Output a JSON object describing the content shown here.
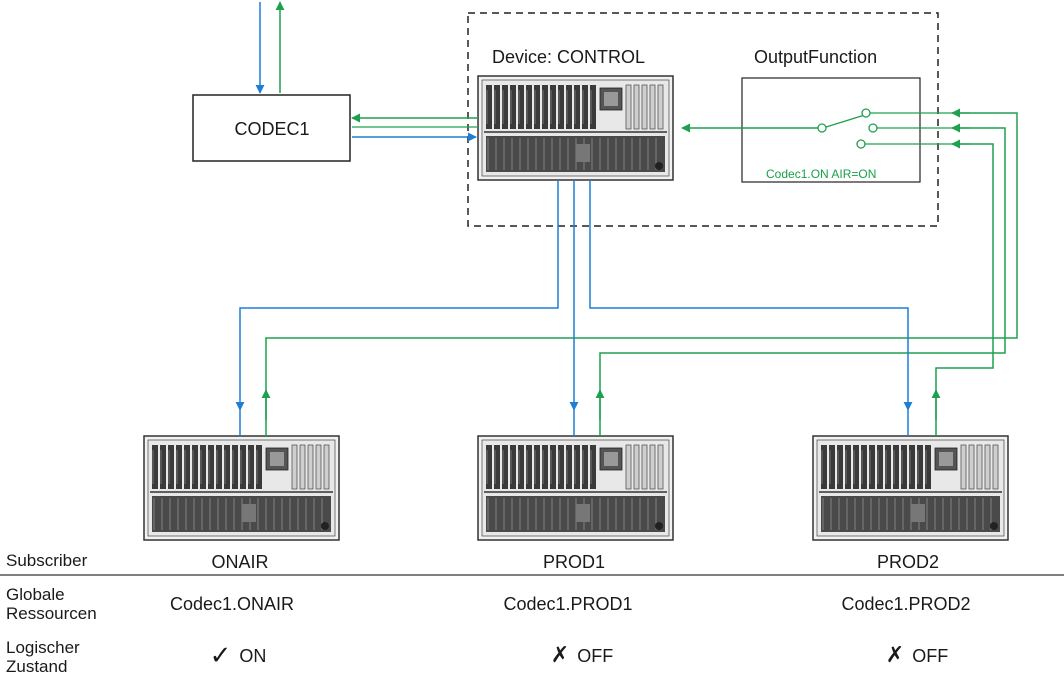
{
  "codec": {
    "label": "CODEC1"
  },
  "control": {
    "label": "Device: CONTROL"
  },
  "output_function": {
    "label": "OutputFunction",
    "status": "Codec1.ON AIR=ON"
  },
  "rows": {
    "subscriber": "Subscriber",
    "global_resources": "Globale\nRessourcen",
    "logical_state": "Logischer\nZustand"
  },
  "subscribers": [
    {
      "name": "ONAIR",
      "resource": "Codec1.ONAIR",
      "state": "ON",
      "state_icon": "check-icon"
    },
    {
      "name": "PROD1",
      "resource": "Codec1.PROD1",
      "state": "OFF",
      "state_icon": "cross-icon"
    },
    {
      "name": "PROD2",
      "resource": "Codec1.PROD2",
      "state": "OFF",
      "state_icon": "cross-icon"
    }
  ],
  "colors": {
    "blue": "#1e7ed6",
    "green": "#1ea04e",
    "line": "#1a1a1a"
  }
}
